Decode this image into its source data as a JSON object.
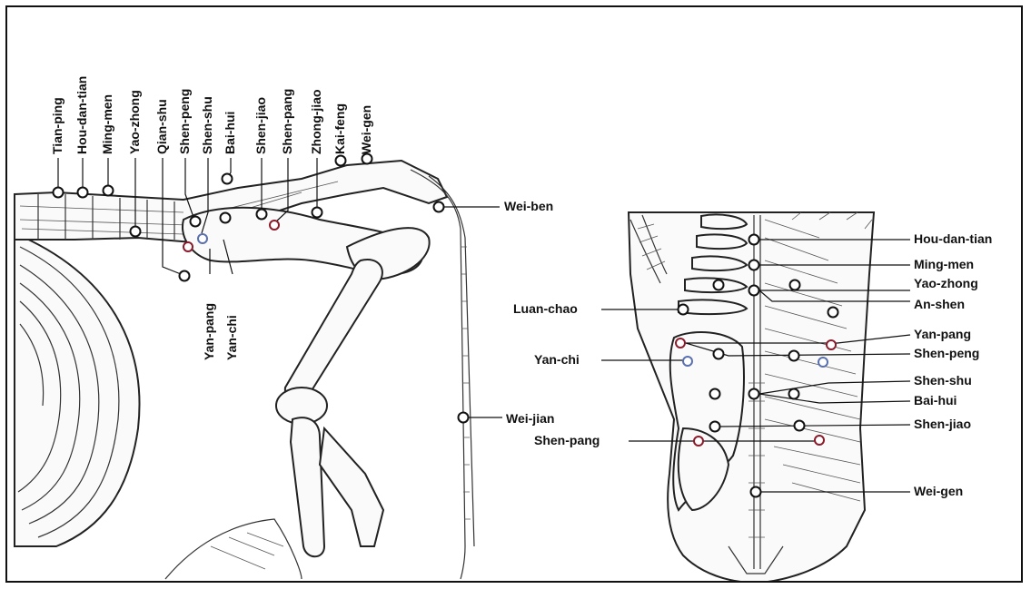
{
  "colors": {
    "white_point": "#ffffff",
    "red_point": "#8b1a2b",
    "blue_point": "#5a6fb0",
    "line": "#111111"
  },
  "lateral_labels": [
    "Tian-ping",
    "Hou-dan-tian",
    "Ming-men",
    "Yao-zhong",
    "Qian-shu",
    "Shen-peng",
    "Shen-shu",
    "Bai-hui",
    "Shen-jiao",
    "Shen-pang",
    "Zhong-jiao",
    "Kai-feng",
    "Wei-gen"
  ],
  "lateral_side_labels": {
    "wei_ben": "Wei-ben",
    "wei_jian": "Wei-jian",
    "yan_pang": "Yan-pang",
    "yan_chi": "Yan-chi"
  },
  "dorsal_right_labels": [
    "Hou-dan-tian",
    "Ming-men",
    "Yao-zhong",
    "An-shen",
    "Yan-pang",
    "Shen-peng",
    "Shen-shu",
    "Bai-hui",
    "Shen-jiao",
    "Wei-gen"
  ],
  "dorsal_left_labels": [
    "Luan-chao",
    "Yan-chi",
    "Shen-pang"
  ]
}
